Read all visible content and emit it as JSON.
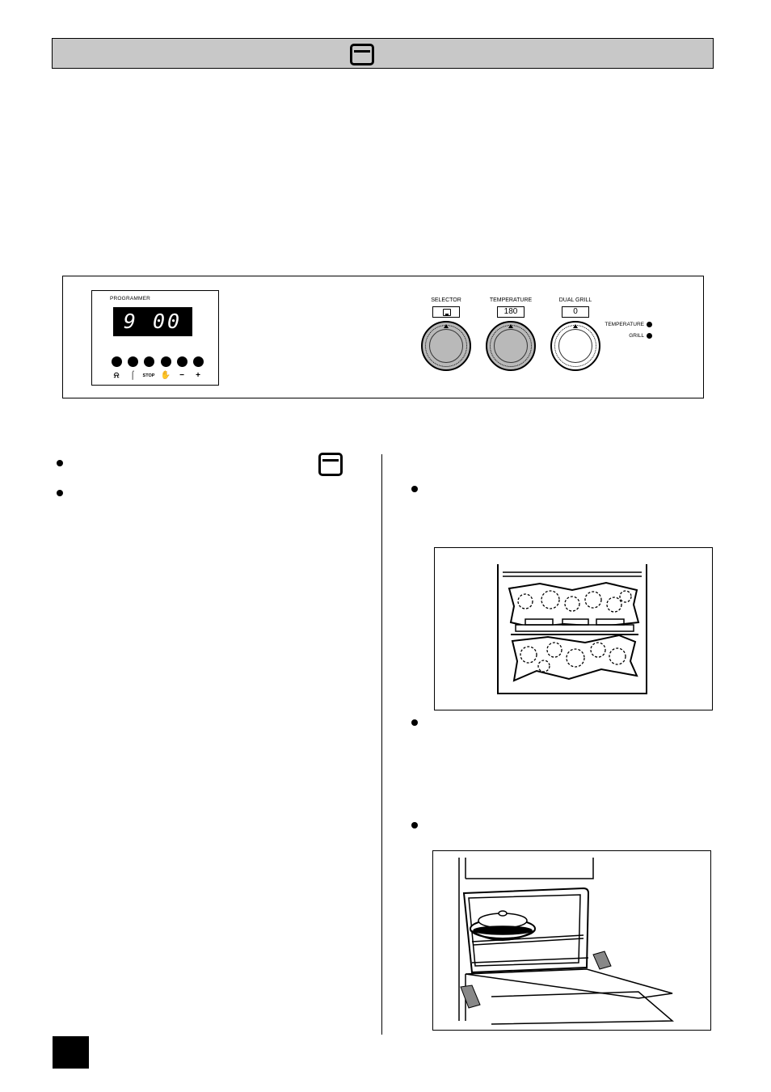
{
  "header": {
    "icon": "oven-icon"
  },
  "control_panel": {
    "programmer": {
      "label": "PROGRAMMER",
      "display": "9 00",
      "buttons": [
        {
          "icon": "bell-icon",
          "symbol": "⍾"
        },
        {
          "icon": "cook-duration-icon",
          "symbol": "⌠"
        },
        {
          "icon": "stop-icon",
          "symbol": "STOP"
        },
        {
          "icon": "hand-icon",
          "symbol": "✋"
        },
        {
          "icon": "minus-icon",
          "symbol": "−"
        },
        {
          "icon": "plus-icon",
          "symbol": "+"
        }
      ]
    },
    "knobs": [
      {
        "label": "SELECTOR",
        "indicator": "",
        "indicator_icon": "oven-icon"
      },
      {
        "label": "TEMPERATURE",
        "indicator": "180"
      },
      {
        "label": "DUAL GRILL",
        "indicator": "0"
      }
    ],
    "indicators": [
      {
        "label": "TEMPERATURE"
      },
      {
        "label": "GRILL"
      }
    ]
  },
  "page_number": ""
}
